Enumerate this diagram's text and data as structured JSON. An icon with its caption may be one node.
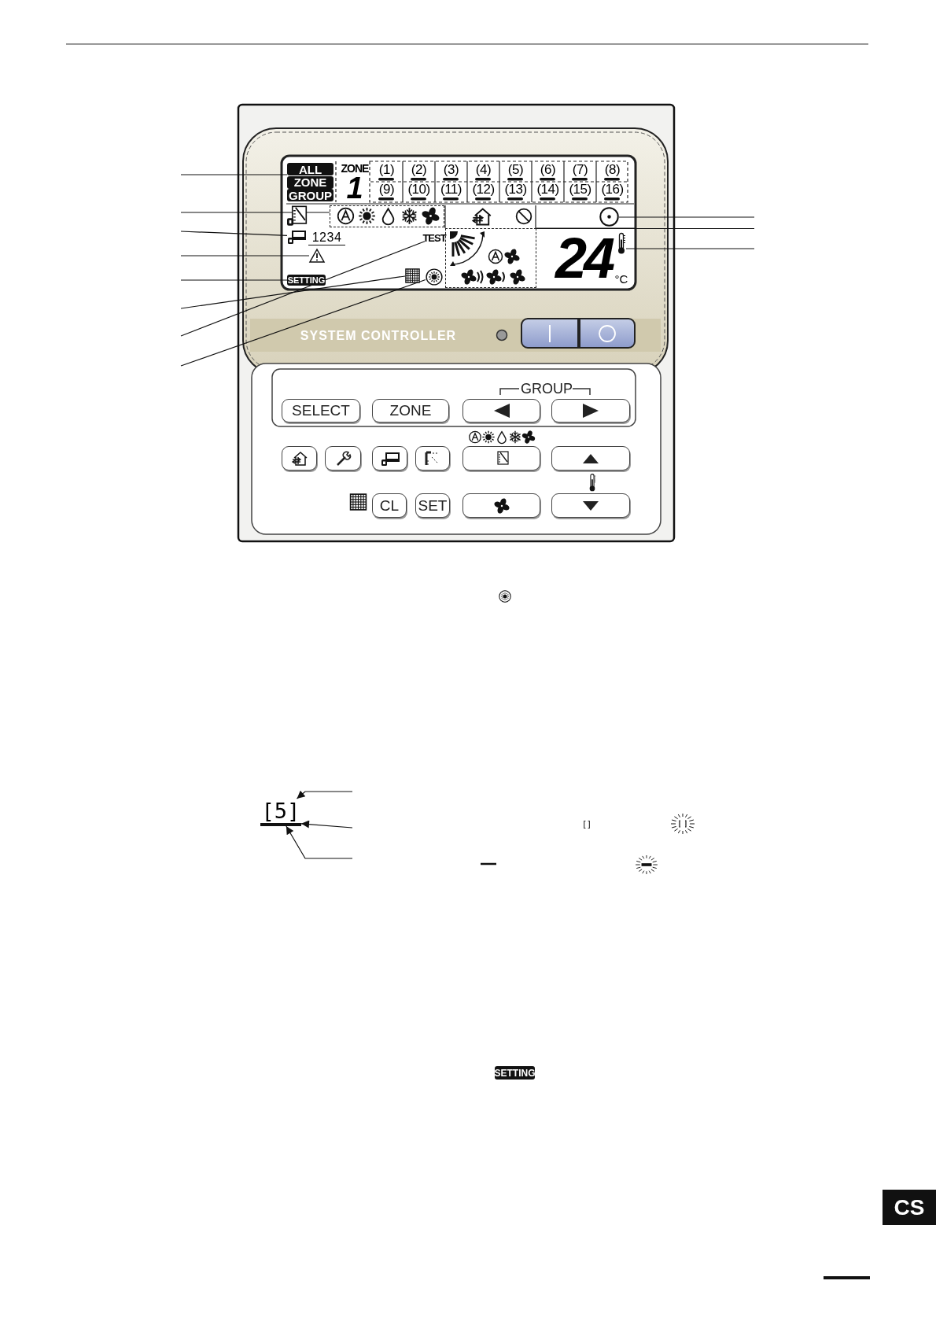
{
  "diagram": {
    "nodes": [
      {
        "text": [
          "ALL",
          "ZONE",
          "GROUP"
        ]
      },
      {
        "text": [],
        "shape": "box"
      },
      {
        "text": [
          "1234"
        ]
      },
      {
        "text": [],
        "shape": "triangle"
      },
      {
        "text": [
          "SETTING"
        ]
      },
      {
        "text": [],
        "shape": "box"
      },
      {
        "text": [
          "TEST"
        ]
      },
      {
        "text": [],
        "shape": "circle"
      },
      {
        "text": [],
        "shape": "circle"
      },
      {
        "text": [],
        "shape": "thermometer"
      },
      {
        "text": [],
        "shape": "box"
      },
      {
        "text": [
          "[5]"
        ]
      }
    ],
    "edges": [
      {
        "from": null,
        "to": 0,
        "arrow": "none"
      },
      {
        "from": null,
        "to": 1,
        "arrow": "none"
      },
      {
        "from": null,
        "to": 2,
        "arrow": "none"
      },
      {
        "from": null,
        "to": 3,
        "arrow": "none"
      },
      {
        "from": null,
        "to": 4,
        "arrow": "none"
      },
      {
        "from": null,
        "to": 5,
        "arrow": "none"
      },
      {
        "from": null,
        "to": 6,
        "arrow": "none"
      },
      {
        "from": null,
        "to": 7,
        "arrow": "none"
      },
      {
        "from": null,
        "to": 8,
        "arrow": "none"
      },
      {
        "from": null,
        "to": 10,
        "arrow": "none"
      },
      {
        "from": null,
        "to": 9,
        "arrow": "none"
      },
      {
        "from": null,
        "to": 11,
        "arrow": "to"
      },
      {
        "from": null,
        "to": 11,
        "arrow": "to"
      },
      {
        "from": null,
        "to": 11,
        "arrow": "to"
      }
    ],
    "labels": [
      "ZONE",
      "1",
      "(1)",
      "(2)",
      "(3)",
      "(4)",
      "(5)",
      "(6)",
      "(7)",
      "(8)",
      "(9)",
      "(10)",
      "(11)",
      "(12)",
      "(13)",
      "(14)",
      "(15)",
      "(16)",
      "24",
      "°C",
      "SYSTEM CONTROLLER",
      "GROUP",
      "SELECT",
      "ZONE",
      "CL",
      "SET",
      "[ ]",
      "SETTING",
      "CS"
    ]
  }
}
